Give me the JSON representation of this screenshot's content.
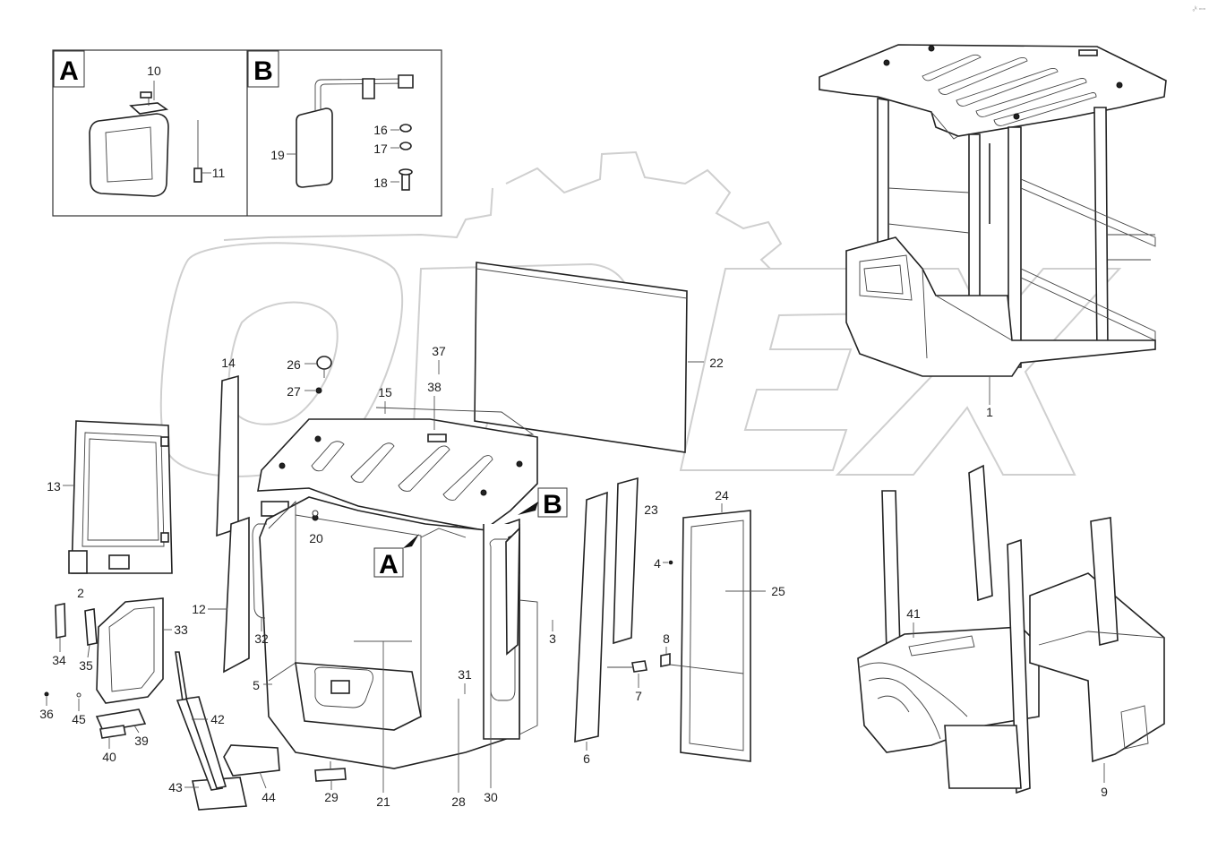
{
  "corner_text": "₀ᵏ ▫▫▫",
  "watermark": {
    "brand": "OPEX"
  },
  "detail_views": [
    {
      "letter": "A",
      "labels": [
        "10",
        "11"
      ]
    },
    {
      "letter": "B",
      "labels": [
        "16",
        "17",
        "18",
        "19"
      ]
    }
  ],
  "view_markers": {
    "a": "A",
    "b": "B"
  },
  "callouts": {
    "c1": "1",
    "c2": "2",
    "c3": "3",
    "c4": "4",
    "c5": "5",
    "c6": "6",
    "c7": "7",
    "c8": "8",
    "c9": "9",
    "c10": "10",
    "c11": "11",
    "c12": "12",
    "c13": "13",
    "c14": "14",
    "c15": "15",
    "c16": "16",
    "c17": "17",
    "c18": "18",
    "c19": "19",
    "c20": "20",
    "c21": "21",
    "c22": "22",
    "c23": "23",
    "c24": "24",
    "c25": "25",
    "c26": "26",
    "c27": "27",
    "c28": "28",
    "c29": "29",
    "c30": "30",
    "c31": "31",
    "c32": "32",
    "c33": "33",
    "c34": "34",
    "c35": "35",
    "c36": "36",
    "c37": "37",
    "c38": "38",
    "c39": "39",
    "c40": "40",
    "c41": "41",
    "c42": "42",
    "c43": "43",
    "c44": "44",
    "c45": "45"
  }
}
